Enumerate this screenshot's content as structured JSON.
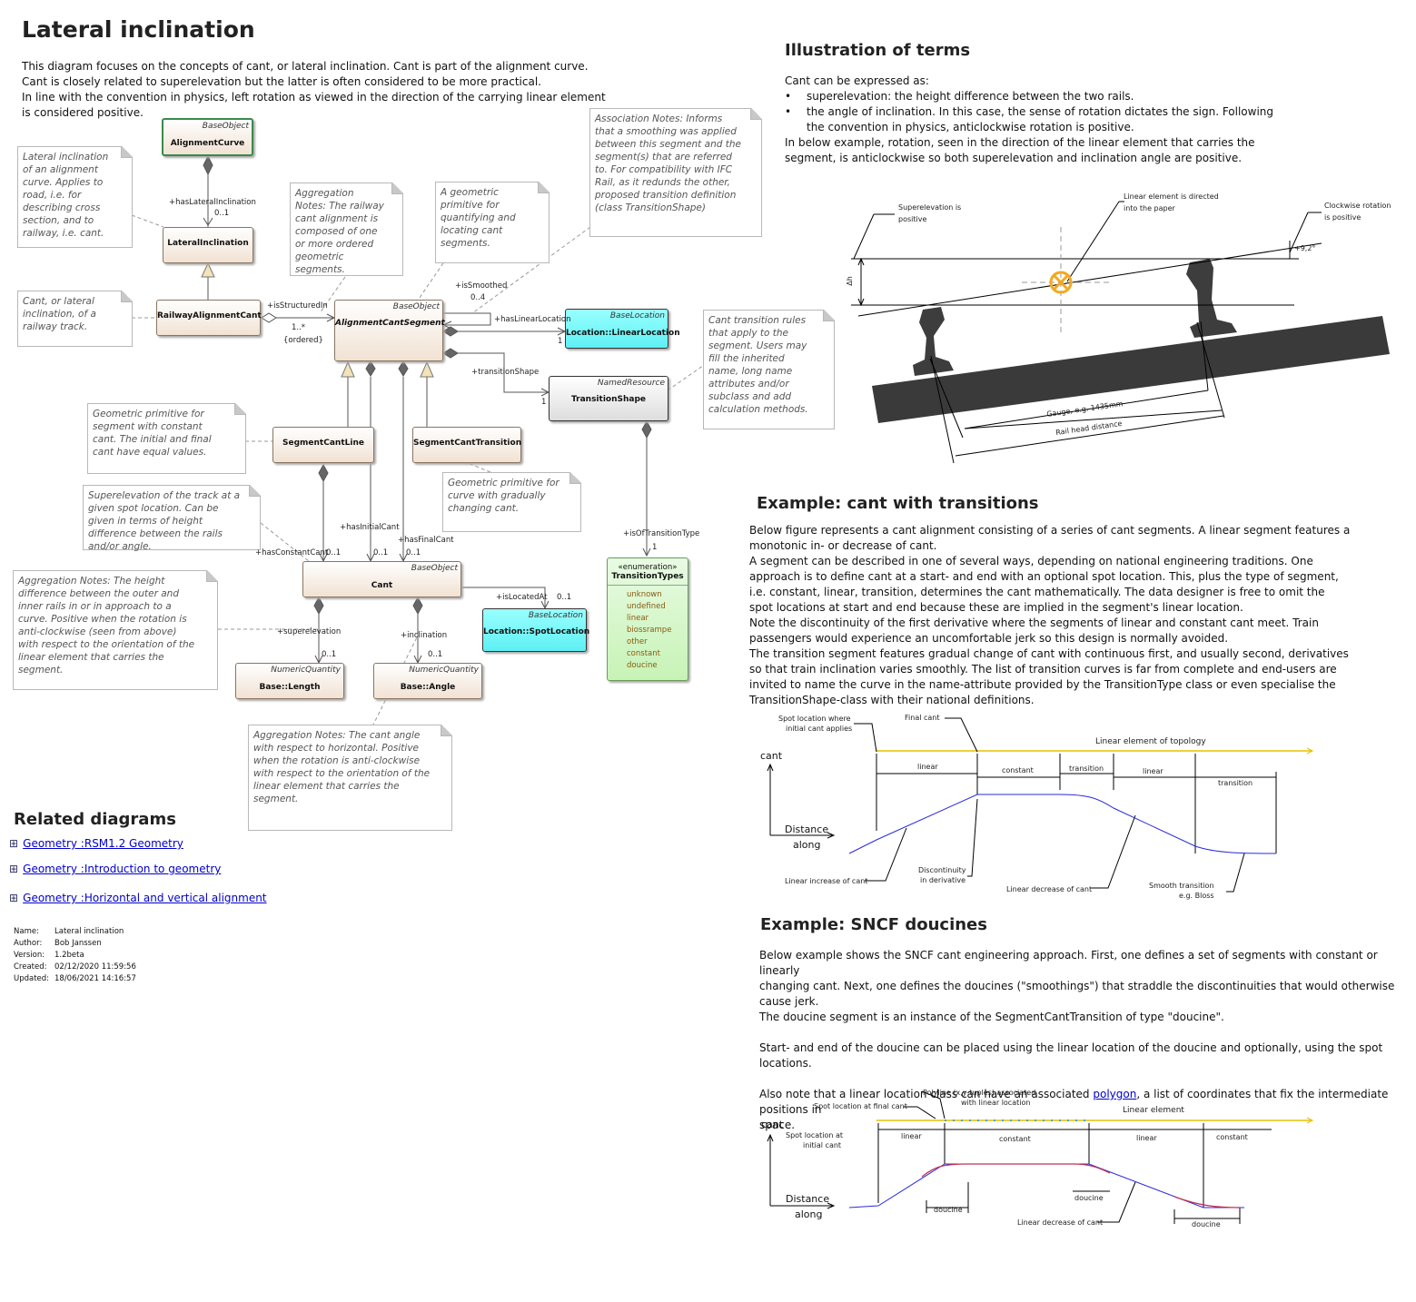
{
  "title": "Lateral inclination",
  "intro": [
    "This diagram focuses on the concepts of cant, or lateral inclination. Cant is part of the alignment curve.",
    "Cant is closely related to superelevation but the latter is often considered to be more practical.",
    "In line with the convention in physics, left rotation as viewed in the direction of the carrying linear element",
    "is considered positive."
  ],
  "notes": {
    "lateral": "Lateral inclination of an alignment curve. Applies to road, i.e. for describing cross section, and to railway, i.e. cant.",
    "cant_lateral": "Cant, or lateral inclination, of a railway track.",
    "agg_railway": "Aggregation Notes: The railway cant alignment is composed of one or more ordered geometric segments.",
    "geom_prim": "A geometric primitive for quantifying and locating cant segments.",
    "assoc": "Association Notes: Informs that a smoothing was applied between this segment and the segment(s) that are referred to. For compatibility with IFC Rail, as it redunds the other, proposed transition definition (class TransitionShape)",
    "cant_rules": "Cant transition rules that apply to the segment. Users may fill the inherited name, long name attributes and/or subclass and add calculation methods.",
    "const_cant": "Geometric primitive for segment with constant cant. The initial and final cant have equal values.",
    "gradual": "Geometric primitive for curve with gradually changing cant.",
    "superelev": "Superelevation of the track at a given spot location. Can be given in terms of height difference between the rails and/or angle.",
    "agg_height": "Aggregation Notes: The height difference between the outer and inner rails in or in approach to a curve. Positive when the rotation is anti-clockwise (seen from above) with respect to the orientation of the linear element that carries the segment.",
    "agg_angle": "Aggregation Notes: The cant angle with respect to horizontal. Positive when the rotation is anti-clockwise with respect to the orientation of the linear element that carries the segment."
  },
  "classes": {
    "alignment_curve": {
      "st": "BaseObject",
      "nm": "AlignmentCurve"
    },
    "lateral": {
      "nm": "LateralInclination"
    },
    "railway": {
      "nm": "RailwayAlignmentCant"
    },
    "segment": {
      "st": "BaseObject",
      "nm": "AlignmentCantSegment"
    },
    "linloc": {
      "st": "BaseLocation",
      "nm": "Location::LinearLocation"
    },
    "transition": {
      "st": "NamedResource",
      "nm": "TransitionShape"
    },
    "segline": {
      "nm": "SegmentCantLine"
    },
    "segtrans": {
      "nm": "SegmentCantTransition"
    },
    "cant": {
      "st": "BaseObject",
      "nm": "Cant"
    },
    "spotloc": {
      "st": "BaseLocation",
      "nm": "Location::SpotLocation"
    },
    "length": {
      "st": "NumericQuantity",
      "nm": "Base::Length"
    },
    "angle": {
      "st": "NumericQuantity",
      "nm": "Base::Angle"
    },
    "enum": {
      "st": "«enumeration»",
      "nm": "TransitionTypes",
      "items": [
        "unknown",
        "undefined",
        "linear",
        "biossrampe",
        "other",
        "constant",
        "doucine"
      ]
    }
  },
  "roles": {
    "hasLat": "+hasLateralInclination",
    "m01a": "0..1",
    "isStruct": "+isStructuredIn",
    "m1n": "1..*",
    "ordered": "{ordered}",
    "isSmoothed": "+isSmoothed",
    "m04": "0..4",
    "hasLin": "+hasLinearLocation",
    "one": "1",
    "transShape": "+transitionShape",
    "hasInit": "+hasInitialCant",
    "hasFinal": "+hasFinalCant",
    "hasConst": "+hasConstantCant",
    "m01": "0..1",
    "isOfType": "+isOfTransitionType",
    "isLoc": "+isLocatedAt",
    "superel": "+superelevation",
    "incl": "+inclination"
  },
  "related": {
    "heading": "Related diagrams",
    "links": [
      "Geometry :RSM1.2 Geometry",
      "Geometry :Introduction to geometry",
      "Geometry :Horizontal and vertical alignment"
    ]
  },
  "meta": {
    "keys": [
      "Name:",
      "Author:",
      "Version:",
      "Created:",
      "Updated:"
    ],
    "vals": [
      "Lateral inclination",
      "Bob Janssen",
      "1.2beta",
      "02/12/2020 11:59:56",
      "18/06/2021 14:16:57"
    ]
  },
  "illus": {
    "heading": "Illustration of terms",
    "lead": "Cant can be expressed as:",
    "b1": "superelevation: the height difference between the two rails.",
    "b2a": "the angle of inclination. In this case, the sense of rotation dictates the sign. Following",
    "b2b": "the convention in physics, anticlockwise rotation is positive.",
    "t1": "In below example, rotation, seen in the direction of the linear element that carries the",
    "t2": "segment, is anticlockwise so both superelevation and inclination angle are positive.",
    "lbl_super1": "Superelevation is",
    "lbl_super2": "positive",
    "lbl_lin1": "Linear element is directed",
    "lbl_lin2": "into the paper",
    "lbl_clk1": "Clockwise rotation",
    "lbl_clk2": "is positive",
    "angle": "+9,2°",
    "dh": "Δh",
    "gauge": "Gauge, e.g. 1435mm",
    "railhead": "Rail head distance"
  },
  "ex1": {
    "heading": "Example: cant with transitions",
    "lines": [
      "Below figure represents a cant alignment consisting of a series of cant segments. A linear segment features a",
      "monotonic in- or decrease of cant.",
      "A segment can be described in one of several ways, depending on national engineering traditions. One",
      "approach is to define cant at a start- and end with an optional spot location. This, plus the type of segment,",
      "i.e. constant, linear, transition, determines the cant mathematically. The data designer is free to omit the",
      "spot locations at start and end because these are implied in the segment's linear location.",
      "Note the discontinuity of the first derivative where the segments of linear and constant cant meet. Train",
      "passengers would experience an uncomfortable jerk so this design is normally avoided.",
      "The transition segment features gradual change of cant with continuous first, and usually second, derivatives",
      "so that train inclination varies smoothly. The list of transition curves is far from complete and end-users are",
      "invited to name the curve in the name-attribute provided by the TransitionType class or even specialise the",
      "TransitionShape-class with their national definitions."
    ],
    "spot1": "Spot location where",
    "spot2": "initial cant applies",
    "final": "Final cant",
    "topo": "Linear element of topology",
    "cant": "cant",
    "linear": "linear",
    "constant": "constant",
    "transition": "transition",
    "linear2": "linear",
    "transition2": "transition",
    "dist1": "Distance",
    "dist2": "along",
    "incr": "Linear increase of cant",
    "disc1": "Discontinuity",
    "disc2": "in derivative",
    "decr": "Linear decrease of cant",
    "smooth1": "Smooth transition",
    "smooth2": "e.g. Bloss"
  },
  "ex2": {
    "heading": "Example: SNCF doucines",
    "p1a": "Below example shows the SNCF cant engineering approach. First, one defines a set of segments with constant or linearly",
    "p1b": "changing cant. Next, one defines the doucines (\"smoothings\") that straddle the discontinuities that would otherwise cause jerk.",
    "p1c": "The doucine segment is an instance of the SegmentCantTransition of type \"doucine\".",
    "p2": "Start- and end of the doucine can be placed using the linear location of the doucine and optionally, using the spot locations.",
    "p3a": "Also note that a linear location class can have an associated",
    "p3link": "polygon",
    "p3b": ", a list of coordinates that fix the intermediate positions in",
    "p3c": "space.",
    "poly1": "Polyline (x,y-tuples) associated",
    "poly2": "with linear location",
    "spotfinal": "Spot location at final cant",
    "linel": "Linear element",
    "cant": "cant",
    "spotinit1": "Spot location at",
    "spotinit2": "initial cant",
    "linear": "linear",
    "constant": "constant",
    "linear2": "linear",
    "constant2": "constant",
    "dist1": "Distance",
    "dist2": "along",
    "doucine": "doucine",
    "decr": "Linear decrease of cant"
  }
}
